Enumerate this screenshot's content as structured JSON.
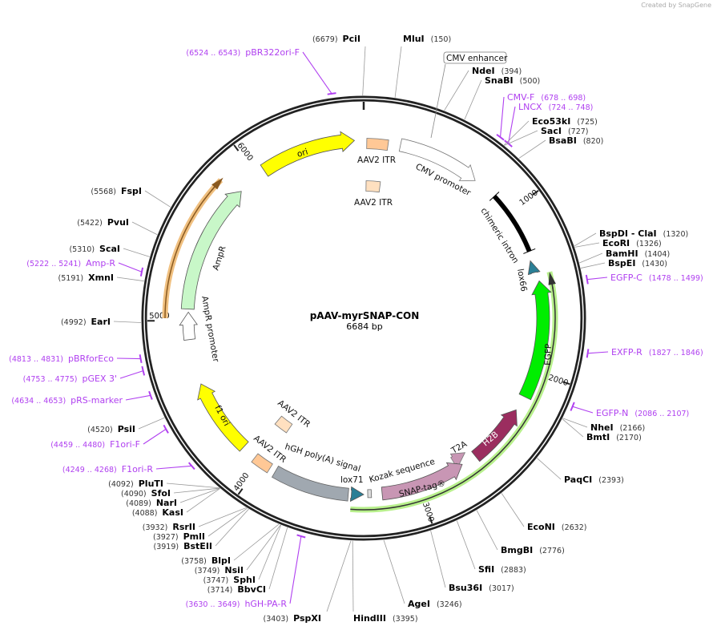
{
  "branding": "Created by SnapGene",
  "plasmid": {
    "name": "pAAV-myrSNAP-CON",
    "length": "6684 bp",
    "total_bp": 6684
  },
  "ticks": [
    "1000",
    "2000",
    "3000",
    "4000",
    "5000",
    "6000"
  ],
  "colors": {
    "primer": "#b040f0",
    "ori": "#ffff00",
    "itr": "#ffc896",
    "itr_light": "#ffe0c0",
    "egfp": "#00ee00",
    "h2b": "#9b2d5f",
    "snap": "#c896b4",
    "lox": "#2a7f96",
    "hgh": "#a0a8b0",
    "ampr": "#c8f7c8",
    "orf_green": "#b8f08c",
    "orf_orange": "#f0c080"
  },
  "features": [
    {
      "label": "ori"
    },
    {
      "label": "AAV2 ITR"
    },
    {
      "label": "CMV promoter"
    },
    {
      "label": "AAV2 ITR"
    },
    {
      "label": "chimeric intron"
    },
    {
      "label": "lox66"
    },
    {
      "label": "EGFP"
    },
    {
      "label": "H2B"
    },
    {
      "label": "T2A"
    },
    {
      "label": "SNAP-tag®"
    },
    {
      "label": "Kozak sequence"
    },
    {
      "label": "lox71"
    },
    {
      "label": "hGH poly(A) signal"
    },
    {
      "label": "AAV2 ITR"
    },
    {
      "label": "AAV2 ITR"
    },
    {
      "label": "f1 ori"
    },
    {
      "label": "AmpR promoter"
    },
    {
      "label": "AmpR"
    },
    {
      "label": "CMV enhancer"
    }
  ],
  "sites": [
    {
      "name": "PciI",
      "location": "6679",
      "kind": "enzyme"
    },
    {
      "name": "MluI",
      "location": "150",
      "kind": "enzyme"
    },
    {
      "name": "NdeI",
      "location": "394",
      "kind": "enzyme"
    },
    {
      "name": "SnaBI",
      "location": "500",
      "kind": "enzyme"
    },
    {
      "name": "CMV-F",
      "location": "678 .. 698",
      "kind": "primer"
    },
    {
      "name": "LNCX",
      "location": "724 .. 748",
      "kind": "primer"
    },
    {
      "name": "Eco53kI",
      "location": "725",
      "kind": "enzyme"
    },
    {
      "name": "SacI",
      "location": "727",
      "kind": "enzyme"
    },
    {
      "name": "BsaBI",
      "location": "820",
      "kind": "enzyme"
    },
    {
      "name": "BspDI  - ClaI",
      "location": "1320",
      "kind": "enzyme"
    },
    {
      "name": "EcoRI",
      "location": "1326",
      "kind": "enzyme"
    },
    {
      "name": "BamHI",
      "location": "1404",
      "kind": "enzyme"
    },
    {
      "name": "BspEI",
      "location": "1430",
      "kind": "enzyme"
    },
    {
      "name": "EGFP-C",
      "location": "1478 .. 1499",
      "kind": "primer"
    },
    {
      "name": "EXFP-R",
      "location": "1827 .. 1846",
      "kind": "primer"
    },
    {
      "name": "EGFP-N",
      "location": "2086 .. 2107",
      "kind": "primer"
    },
    {
      "name": "NheI",
      "location": "2166",
      "kind": "enzyme"
    },
    {
      "name": "BmtI",
      "location": "2170",
      "kind": "enzyme"
    },
    {
      "name": "PaqCI",
      "location": "2393",
      "kind": "enzyme"
    },
    {
      "name": "EcoNI",
      "location": "2632",
      "kind": "enzyme"
    },
    {
      "name": "BmgBI",
      "location": "2776",
      "kind": "enzyme"
    },
    {
      "name": "SfiI",
      "location": "2883",
      "kind": "enzyme"
    },
    {
      "name": "Bsu36I",
      "location": "3017",
      "kind": "enzyme"
    },
    {
      "name": "AgeI",
      "location": "3246",
      "kind": "enzyme"
    },
    {
      "name": "HindIII",
      "location": "3395",
      "kind": "enzyme"
    },
    {
      "name": "PspXI",
      "location": "3403",
      "kind": "enzyme"
    },
    {
      "name": "hGH-PA-R",
      "location": "3630 .. 3649",
      "kind": "primer"
    },
    {
      "name": "BbvCI",
      "location": "3714",
      "kind": "enzyme"
    },
    {
      "name": "SphI",
      "location": "3747",
      "kind": "enzyme"
    },
    {
      "name": "NsiI",
      "location": "3749",
      "kind": "enzyme"
    },
    {
      "name": "BlpI",
      "location": "3758",
      "kind": "enzyme"
    },
    {
      "name": "BstEII",
      "location": "3919",
      "kind": "enzyme"
    },
    {
      "name": "PmlI",
      "location": "3927",
      "kind": "enzyme"
    },
    {
      "name": "RsrII",
      "location": "3932",
      "kind": "enzyme"
    },
    {
      "name": "KasI",
      "location": "4088",
      "kind": "enzyme"
    },
    {
      "name": "NarI",
      "location": "4089",
      "kind": "enzyme"
    },
    {
      "name": "SfoI",
      "location": "4090",
      "kind": "enzyme"
    },
    {
      "name": "PluTI",
      "location": "4092",
      "kind": "enzyme"
    },
    {
      "name": "F1ori-R",
      "location": "4249 .. 4268",
      "kind": "primer"
    },
    {
      "name": "F1ori-F",
      "location": "4459 .. 4480",
      "kind": "primer"
    },
    {
      "name": "PsiI",
      "location": "4520",
      "kind": "enzyme"
    },
    {
      "name": "pRS-marker",
      "location": "4634 .. 4653",
      "kind": "primer"
    },
    {
      "name": "pGEX 3'",
      "location": "4753 .. 4775",
      "kind": "primer"
    },
    {
      "name": "pBRforEco",
      "location": "4813 .. 4831",
      "kind": "primer"
    },
    {
      "name": "EarI",
      "location": "4992",
      "kind": "enzyme"
    },
    {
      "name": "XmnI",
      "location": "5191",
      "kind": "enzyme"
    },
    {
      "name": "Amp-R",
      "location": "5222 .. 5241",
      "kind": "primer"
    },
    {
      "name": "ScaI",
      "location": "5310",
      "kind": "enzyme"
    },
    {
      "name": "PvuI",
      "location": "5422",
      "kind": "enzyme"
    },
    {
      "name": "FspI",
      "location": "5568",
      "kind": "enzyme"
    },
    {
      "name": "pBR322ori-F",
      "location": "6524 .. 6543",
      "kind": "primer"
    }
  ]
}
